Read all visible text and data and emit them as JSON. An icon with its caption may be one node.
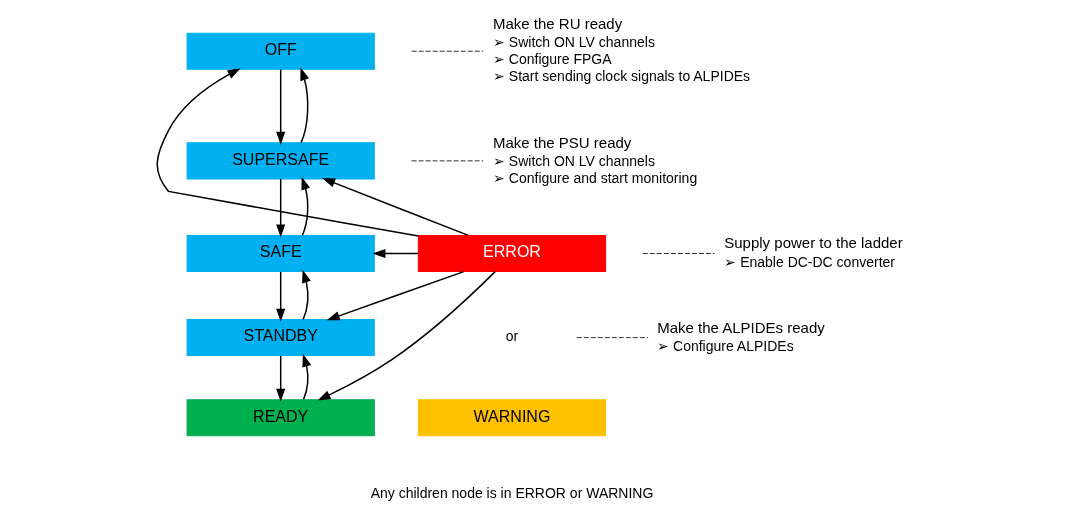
{
  "diagram": {
    "nodes": [
      {
        "text": [
          "ERROR"
        ]
      },
      {
        "text": [
          "WARNING"
        ]
      },
      {
        "text": [
          "OFF"
        ]
      },
      {
        "text": [
          "SUPERSAFE"
        ]
      },
      {
        "text": [
          "SAFE"
        ]
      },
      {
        "text": [
          "STANDBY"
        ]
      },
      {
        "text": [
          "READY"
        ]
      },
      {
        "text": [
          "Make the RU ready",
          "➢ Switch ON LV channels",
          "➢ Configure FPGA",
          "➢ Start sending clock signals to ALPIDEs"
        ]
      },
      {
        "text": [
          "Make the PSU ready",
          "➢ Switch ON LV channels",
          "➢ Configure and start monitoring"
        ]
      },
      {
        "text": [
          "Supply power to the ladder",
          "➢ Enable DC-DC converter"
        ]
      },
      {
        "text": [
          "Make the ALPIDEs ready",
          "➢ Configure ALPIDEs"
        ]
      }
    ],
    "edges": [
      {
        "from": 0,
        "to": 2,
        "arrow": "to"
      },
      {
        "from": 0,
        "to": 3,
        "arrow": "to"
      },
      {
        "from": 0,
        "to": 4,
        "arrow": "to"
      },
      {
        "from": 0,
        "to": 5,
        "arrow": "to"
      },
      {
        "from": 0,
        "to": 6,
        "arrow": "to"
      },
      {
        "from": 2,
        "to": 3,
        "arrow": "to"
      },
      {
        "from": 3,
        "to": 4,
        "arrow": "to"
      },
      {
        "from": 4,
        "to": 5,
        "arrow": "to"
      },
      {
        "from": 5,
        "to": 6,
        "arrow": "to"
      },
      {
        "from": 3,
        "to": 2,
        "arrow": "to"
      },
      {
        "from": 4,
        "to": 3,
        "arrow": "to"
      },
      {
        "from": 5,
        "to": 4,
        "arrow": "to"
      },
      {
        "from": 6,
        "to": 5,
        "arrow": "to"
      },
      {
        "from": 7,
        "to": null,
        "arrow": "none",
        "style": "dashed"
      },
      {
        "from": 8,
        "to": null,
        "arrow": "none",
        "style": "dashed"
      },
      {
        "from": 9,
        "to": null,
        "arrow": "none",
        "style": "dashed"
      },
      {
        "from": 10,
        "to": null,
        "arrow": "none",
        "style": "dashed"
      }
    ],
    "labels": [
      "or",
      "Any children node is in ERROR or WARNING"
    ]
  }
}
